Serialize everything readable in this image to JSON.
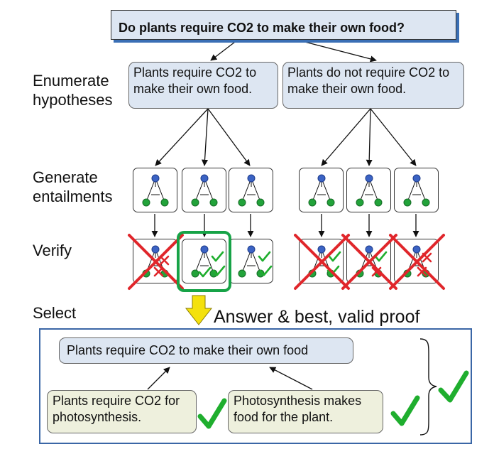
{
  "question": "Do plants require CO2 to make their own food?",
  "stages": {
    "enumerate": "Enumerate hypotheses",
    "generate": "Generate entailments",
    "verify": "Verify",
    "select": "Select"
  },
  "hypotheses": [
    {
      "text": "Plants require CO2 to make their own food."
    },
    {
      "text": "Plants do not require CO2 to make their own food."
    }
  ],
  "verify_results": [
    {
      "group": 1,
      "outcome": "rejected"
    },
    {
      "group": 1,
      "outcome": "selected"
    },
    {
      "group": 1,
      "outcome": "valid"
    },
    {
      "group": 2,
      "outcome": "rejected"
    },
    {
      "group": 2,
      "outcome": "rejected"
    },
    {
      "group": 2,
      "outcome": "rejected"
    }
  ],
  "answer_label": "Answer & best, valid proof",
  "proof": {
    "conclusion": "Plants require CO2 to make their own food",
    "premises": [
      {
        "text": "Plants require CO2 for photosynthesis."
      },
      {
        "text": "Photosynthesis makes food for the plant."
      }
    ]
  },
  "colors": {
    "box_fill": "#dde6f2",
    "premise_fill": "#eef0dd",
    "node_root": "#3b63c4",
    "node_leaf": "#22a33a",
    "check": "#1fae2e",
    "cross": "#e0262b",
    "selected_border": "#17a347",
    "select_arrow": "#f4e10d",
    "frame": "#3a66a6"
  }
}
